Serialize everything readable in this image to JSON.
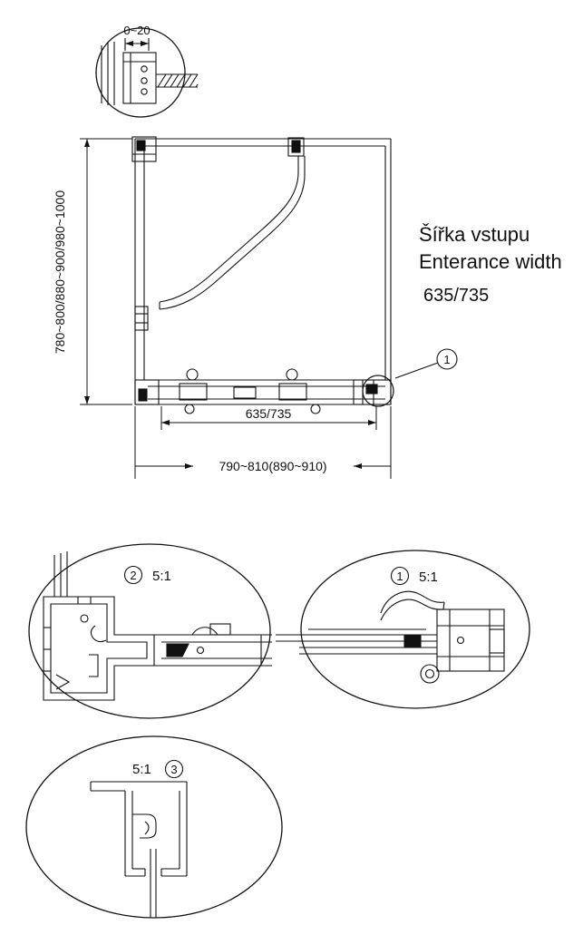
{
  "top_detail": {
    "dim_label": "0~20"
  },
  "plan": {
    "height_dim": "780~800/880~900/980~1000",
    "inner_width_dim": "635/735",
    "outer_width_dim": "790~810(890~910)",
    "callout_number": "1"
  },
  "side_note": {
    "line1": "Šířka vstupu",
    "line2": "Enterance width",
    "value": "635/735"
  },
  "details": {
    "d1": {
      "number": "1",
      "scale": "5:1"
    },
    "d2": {
      "number": "2",
      "scale": "5:1"
    },
    "d3": {
      "number": "3",
      "scale": "5:1"
    }
  },
  "colors": {
    "line": "#111111",
    "background": "#ffffff"
  }
}
